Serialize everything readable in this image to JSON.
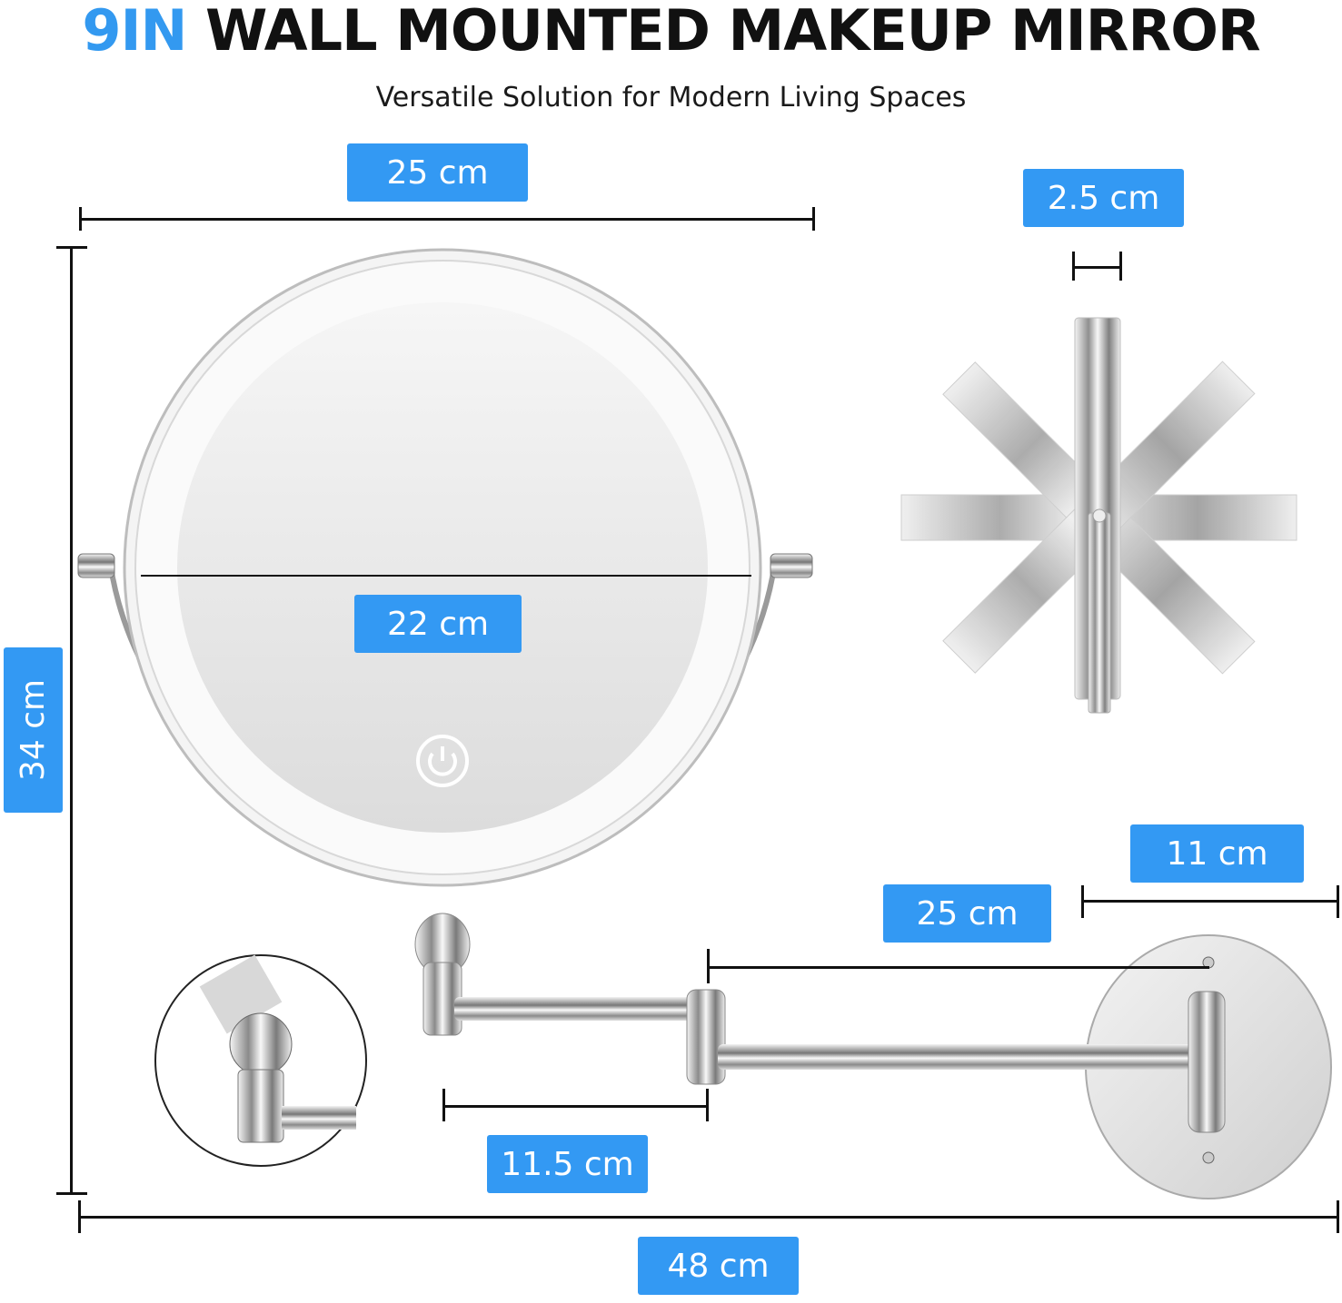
{
  "header": {
    "title_accent": "9IN",
    "title_main": "WALL MOUNTED MAKEUP MIRROR",
    "subtitle": "Versatile Solution for Modern Living Spaces"
  },
  "colors": {
    "accent": "#3399f3",
    "text": "#111111",
    "chrome_light": "#f2f2f2",
    "chrome_dark": "#6e6e6e"
  },
  "dimensions": {
    "mirror_width": "25 cm",
    "mirror_glass_diameter": "22 cm",
    "overall_height": "34 cm",
    "thickness": "2.5 cm",
    "arm_extension": "25 cm",
    "wall_plate_offset": "11 cm",
    "arm_segment": "11.5 cm",
    "overall_length": "48 cm"
  },
  "icons": {
    "power_button": "power-icon",
    "rotation_view": "360-rotation-illustration",
    "swivel_joint": "ball-joint-detail"
  }
}
